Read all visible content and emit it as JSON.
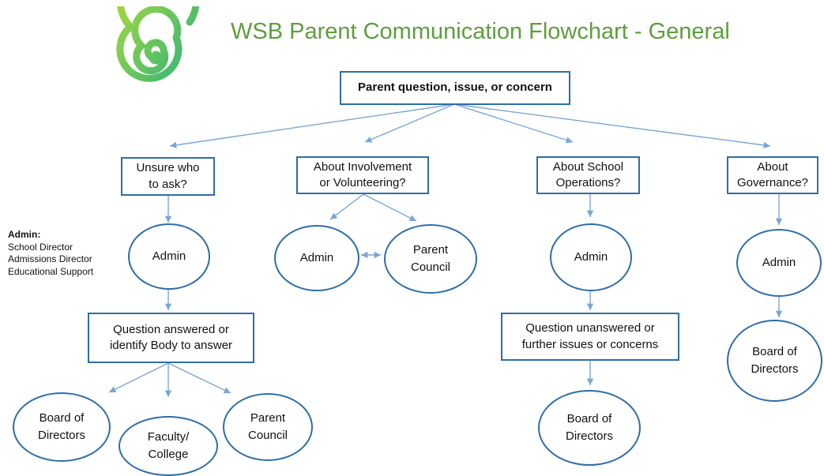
{
  "title": "WSB Parent Communication Flowchart - General",
  "colors": {
    "title": "#5e9e3e",
    "node_border": "#2e6ea6",
    "edge": "#7aa6d4",
    "logo_outer": "#8cc63f",
    "logo_inner": "#2db37a"
  },
  "legend": {
    "heading": "Admin:",
    "items": [
      "School Director",
      "Admissions Director",
      "Educational Support"
    ]
  },
  "nodes": {
    "root": "Parent question, issue, or concern",
    "unsure": "Unsure who\nto ask?",
    "involvement": "About Involvement\nor Volunteering?",
    "operations": "About School\nOperations?",
    "governance": "About\nGovernance?",
    "admin1": "Admin",
    "admin2": "Admin",
    "parent_council_2": "Parent\nCouncil",
    "admin3": "Admin",
    "admin4": "Admin",
    "question_answered": "Question answered or\nidentify  Body to answer",
    "question_unanswered": "Question unanswered or\nfurther issues or concerns",
    "board_4": "Board of\nDirectors",
    "board_1": "Board of\nDirectors",
    "faculty_1": "Faculty/\nCollege",
    "parent_council_1": "Parent\nCouncil",
    "board_3": "Board of\nDirectors"
  }
}
